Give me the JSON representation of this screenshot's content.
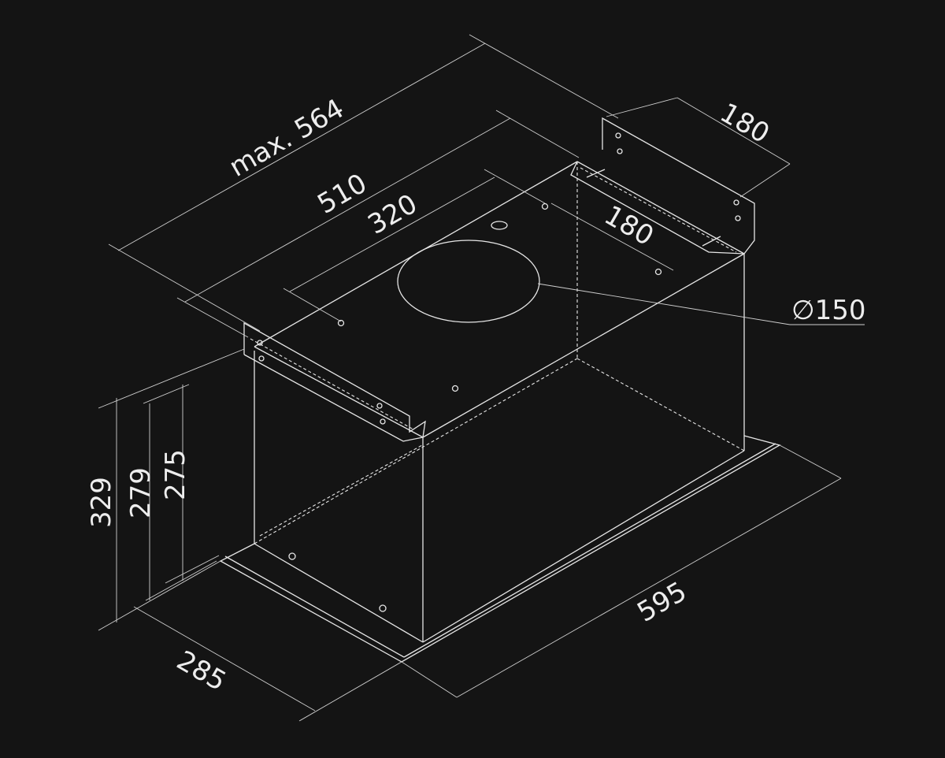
{
  "dimensions": {
    "max_depth": "max. 564",
    "depth_510": "510",
    "hole_spacing_320": "320",
    "bracket_width_180": "180",
    "hole_spacing_180": "180",
    "outlet_diameter": "∅150",
    "height_329": "329",
    "height_279": "279",
    "height_275": "275",
    "depth_285": "285",
    "width_595": "595"
  },
  "colors": {
    "background": "#141414",
    "line": "#e6e6e6"
  }
}
